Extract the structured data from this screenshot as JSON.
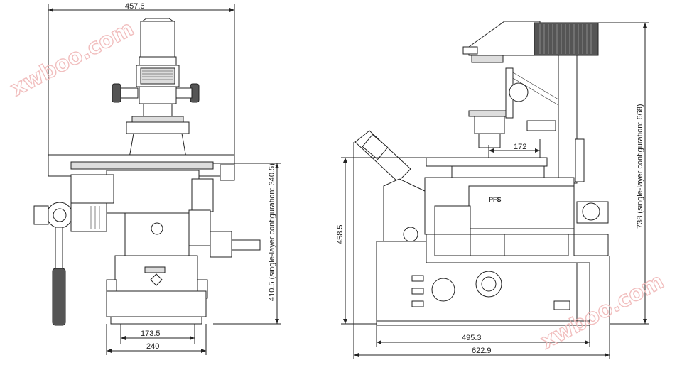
{
  "dimensions": {
    "front_width": "457.6",
    "front_height": "410.5 (single-layer configuration: 340.5)",
    "front_base_inner": "173.5",
    "front_base_outer": "240",
    "side_stage_offset": "172",
    "side_height": "458.5",
    "side_total_height": "738 (single-layer configuration: 668)",
    "side_depth_inner": "495.3",
    "side_depth_outer": "622.9"
  },
  "labels": {
    "pfs_badge": "PFS"
  },
  "watermark": {
    "left": "xwboo.com",
    "right": "xwboo.com"
  }
}
